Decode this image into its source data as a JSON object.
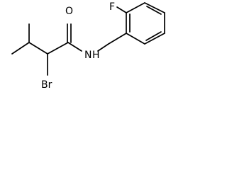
{
  "molecule": {
    "atoms": {
      "fluorine": "F",
      "oxygen": "O",
      "nitrogen": "N",
      "hydrogen": "H",
      "bromine": "Br"
    }
  }
}
